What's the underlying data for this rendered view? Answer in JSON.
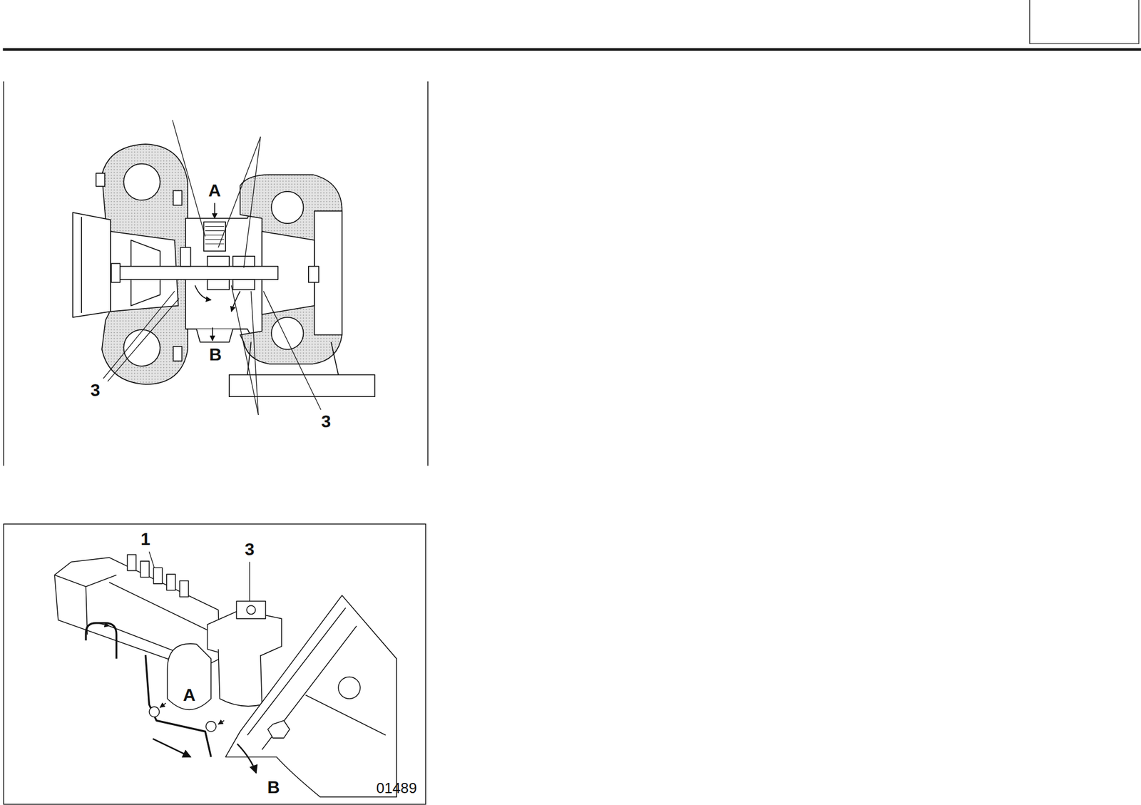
{
  "diagram": {
    "labels": [
      "A",
      "B",
      "3",
      "3",
      "1",
      "3",
      "A",
      "B",
      "01489"
    ]
  }
}
